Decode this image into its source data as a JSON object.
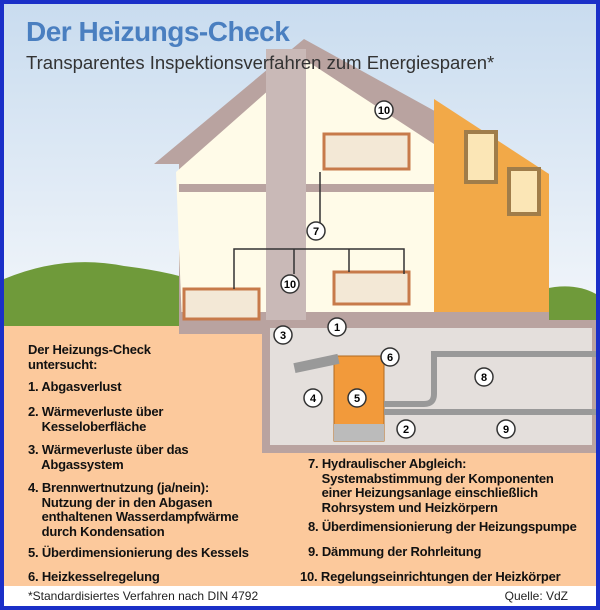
{
  "header": {
    "title": "Der Heizungs-Check",
    "subtitle": "Transparentes Inspektionsverfahren zum Energiesparen*"
  },
  "diagram": {
    "markers": [
      "10",
      "7",
      "10",
      "1",
      "3",
      "6",
      "8",
      "4",
      "5",
      "2",
      "9"
    ]
  },
  "checklist": {
    "heading": "Der Heizungs-Check\nuntersucht:",
    "items": [
      "1. Abgasverlust",
      "2. Wärmeverluste über\n    Kesseloberfläche",
      "3. Wärmeverluste über das\n    Abgassystem",
      "4. Brennwertnutzung (ja/nein):\n    Nutzung der in den Abgasen\n    enthaltenen Wasserdampfwärme\n    durch Kondensation",
      "5. Überdimensionierung des Kessels",
      "6. Heizkesselregelung",
      "7. Hydraulischer Abgleich:\n    Systemabstimmung der Komponenten\n    einer Heizungsanlage einschließlich\n    Rohrsystem und Heizkörpern",
      "8. Überdimensionierung der Heizungspumpe",
      "9. Dämmung der Rohrleitung",
      "10. Regelungseinrichtungen der Heizkörper"
    ]
  },
  "footer": {
    "footnote": "*Standardisiertes Verfahren nach DIN 4792",
    "source": "Quelle: VdZ"
  },
  "colors": {
    "border": "#1a2fc8",
    "ground": "#fcc99c",
    "facade": "#f2a948",
    "title": "#4a7fc0"
  }
}
